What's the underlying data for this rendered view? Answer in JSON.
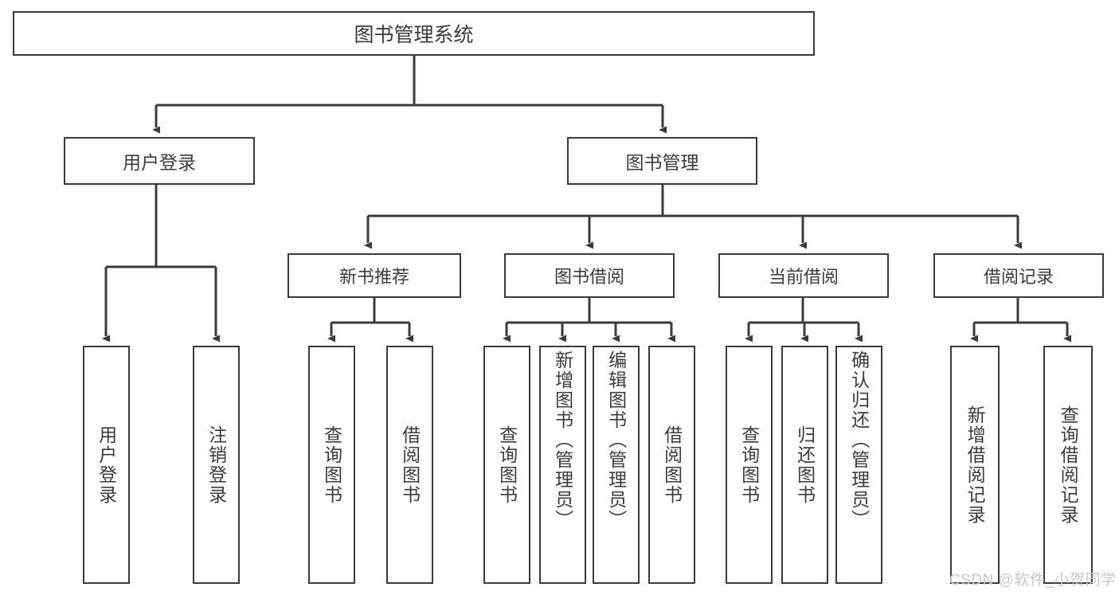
{
  "diagram": {
    "title": "图书管理系统",
    "type": "tree",
    "root": {
      "id": "root",
      "label": "图书管理系统"
    },
    "level1": [
      {
        "id": "user-login",
        "label": "用户登录"
      },
      {
        "id": "book-management",
        "label": "图书管理"
      }
    ],
    "level2": [
      {
        "id": "new-book-recommend",
        "label": "新书推荐",
        "parent": "book-management"
      },
      {
        "id": "book-borrow",
        "label": "图书借阅",
        "parent": "book-management"
      },
      {
        "id": "current-borrow",
        "label": "当前借阅",
        "parent": "book-management"
      },
      {
        "id": "borrow-record",
        "label": "借阅记录",
        "parent": "book-management"
      }
    ],
    "leaves": [
      {
        "id": "leaf-user-login",
        "label": "用户登录",
        "parent": "user-login"
      },
      {
        "id": "leaf-logout",
        "label": "注销登录",
        "parent": "user-login"
      },
      {
        "id": "leaf-query-book-1",
        "label": "查询图书",
        "parent": "new-book-recommend"
      },
      {
        "id": "leaf-borrow-book-1",
        "label": "借阅图书",
        "parent": "new-book-recommend"
      },
      {
        "id": "leaf-query-book-2",
        "label": "查询图书",
        "parent": "book-borrow"
      },
      {
        "id": "leaf-add-book",
        "label": "新增图书（管理员）",
        "parent": "book-borrow"
      },
      {
        "id": "leaf-edit-book",
        "label": "编辑图书（管理员）",
        "parent": "book-borrow"
      },
      {
        "id": "leaf-borrow-book-2",
        "label": "借阅图书",
        "parent": "book-borrow"
      },
      {
        "id": "leaf-query-book-3",
        "label": "查询图书",
        "parent": "current-borrow"
      },
      {
        "id": "leaf-return-book",
        "label": "归还图书",
        "parent": "current-borrow"
      },
      {
        "id": "leaf-confirm-return",
        "label": "确认归还（管理员）",
        "parent": "current-borrow"
      },
      {
        "id": "leaf-add-record",
        "label": "新增借阅记录",
        "parent": "borrow-record"
      },
      {
        "id": "leaf-query-record",
        "label": "查询借阅记录",
        "parent": "borrow-record"
      }
    ],
    "colors": {
      "stroke": "#3b3b3b",
      "text": "#3c3c3c",
      "background": "#ffffff",
      "watermark": "#c9c9c9"
    }
  },
  "watermark": {
    "text": "CSDN @软件_小贺同学"
  }
}
